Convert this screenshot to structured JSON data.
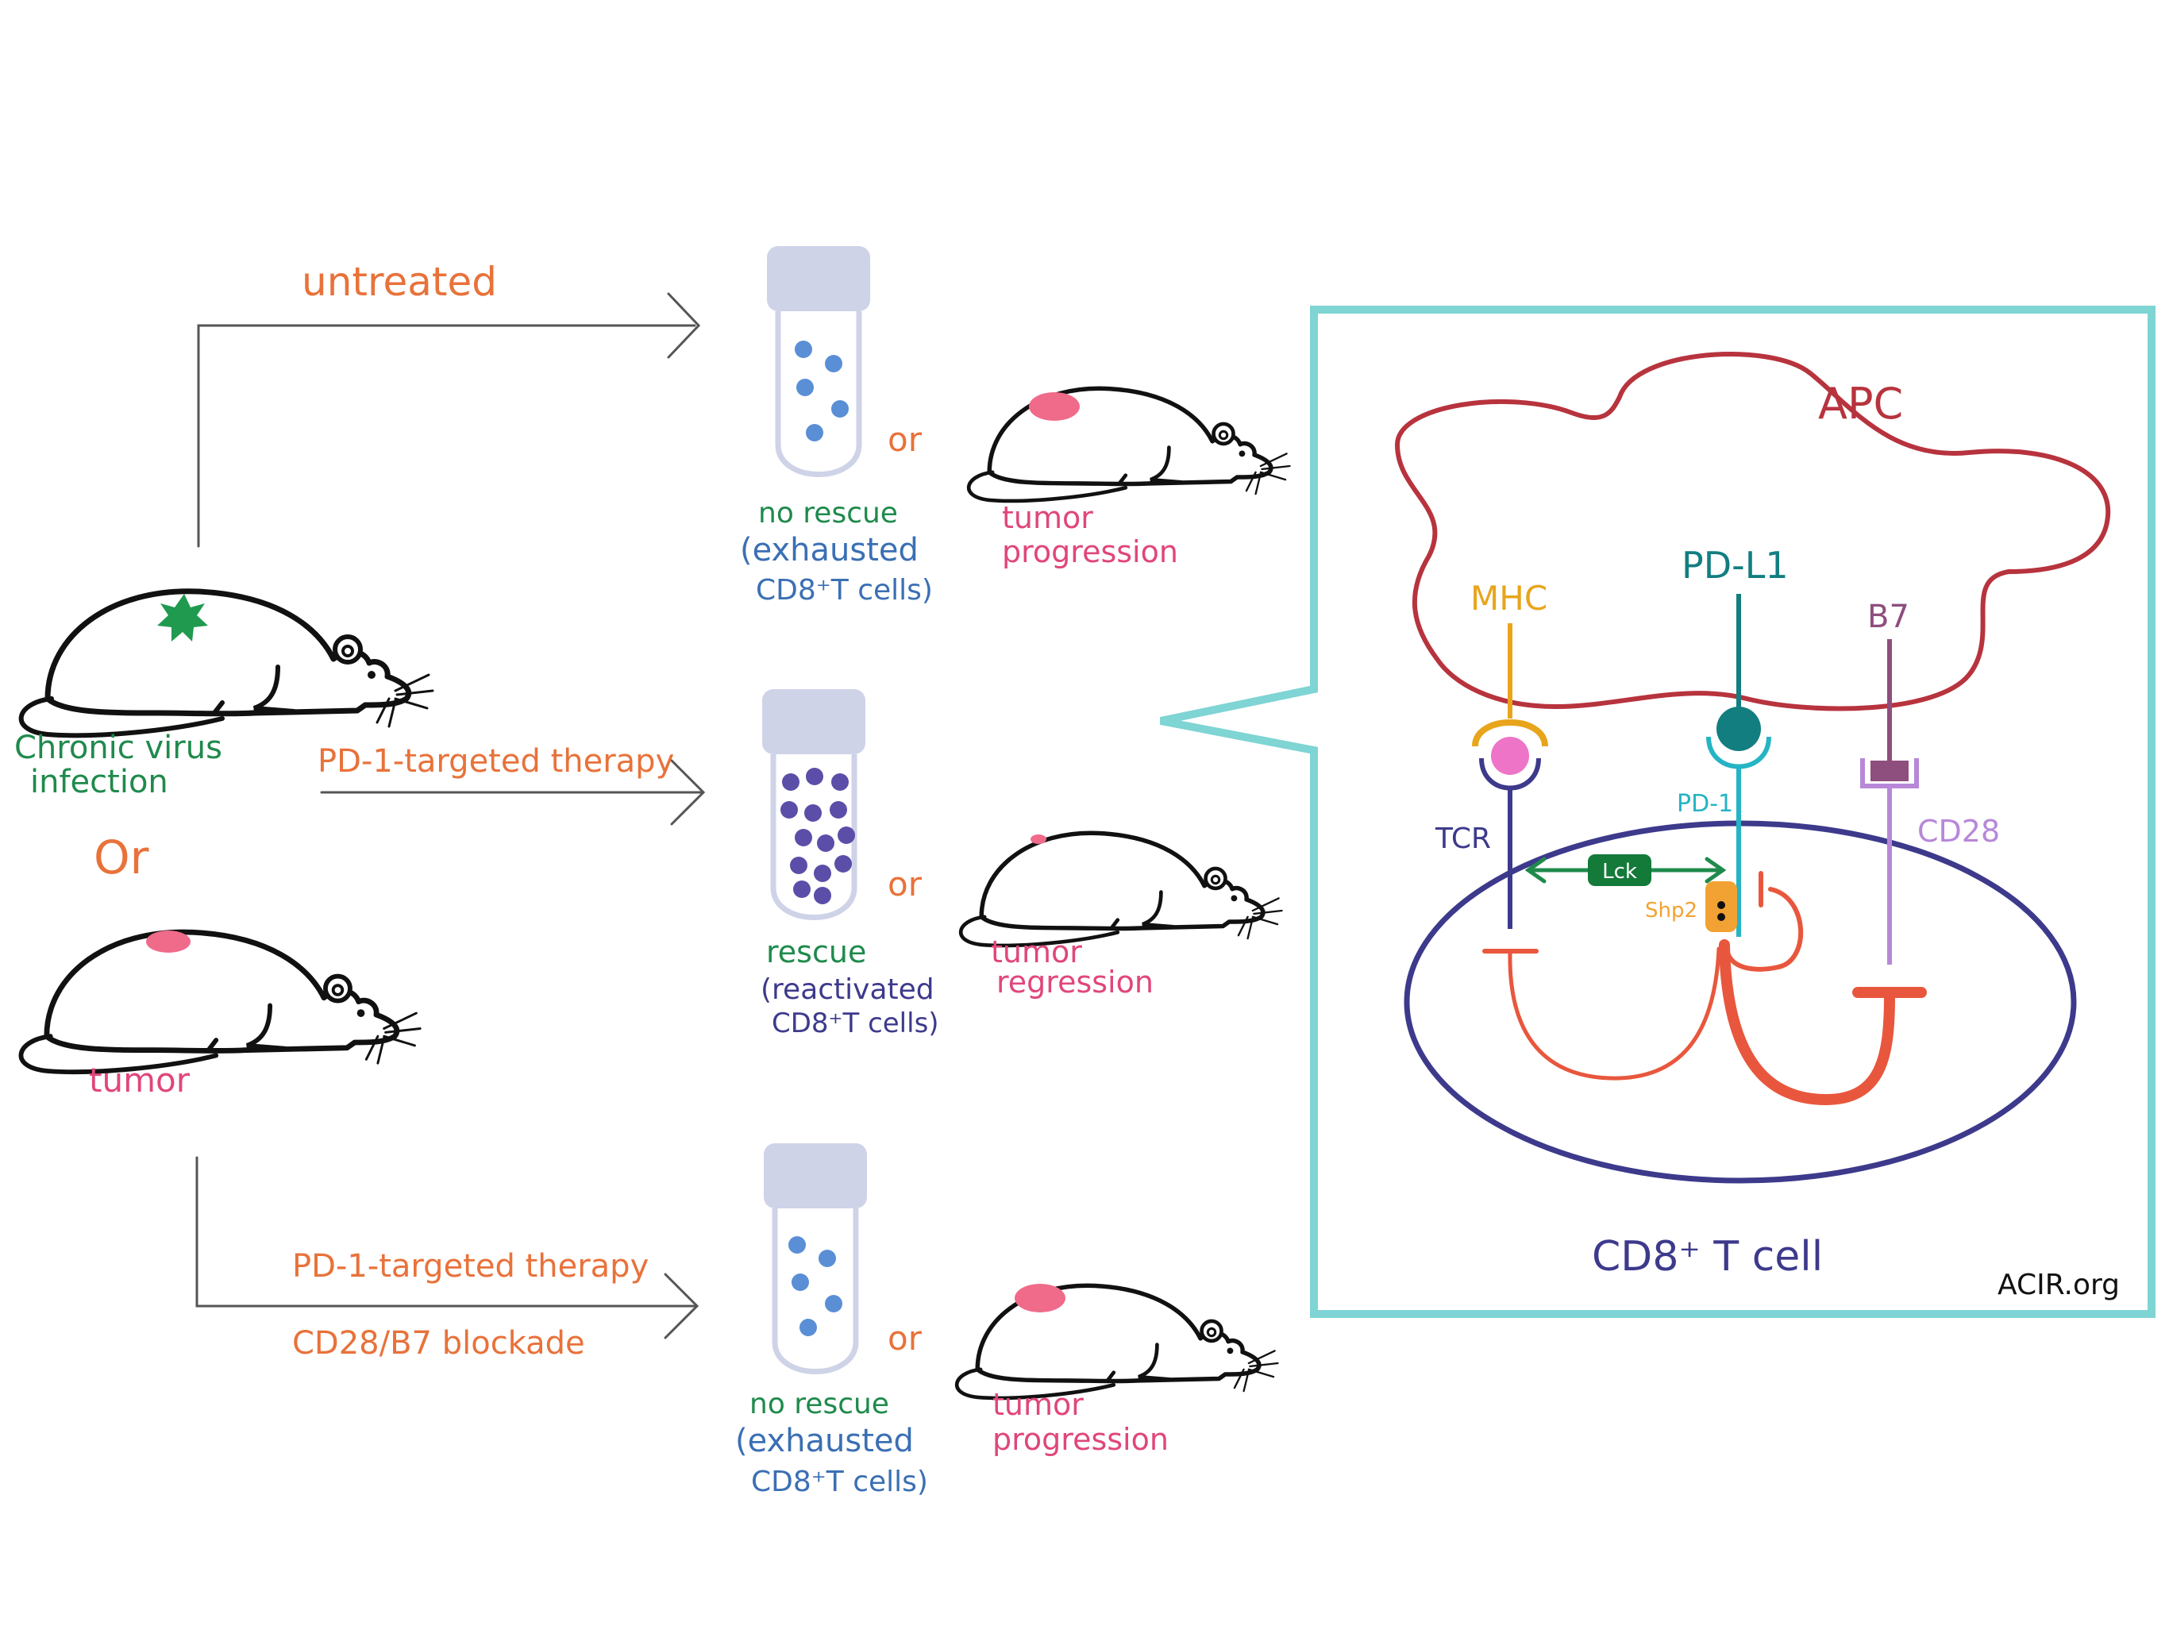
{
  "colors": {
    "orange": "#e8723a",
    "green": "#1f8a4c",
    "blue": "#3b6fb4",
    "pink": "#e0467c",
    "navy": "#3d3a8c",
    "arrow": "#555555",
    "box": "#7fd4d4",
    "apc": "#b7333d",
    "mhc": "#e8a51c",
    "pdl1": "#127e80",
    "pd1": "#25b4c4",
    "b7": "#8e4e7e",
    "cd28": "#b788d8",
    "lck": "#147a3a",
    "shp2": "#f2a233",
    "inhib": "#e8573d",
    "tumor": "#f06a8a",
    "virus": "#1f9a4f",
    "tube_cap": "#cfd3e8",
    "cell_light": "#5a8fd6",
    "cell_dark": "#5b4ea8"
  },
  "icons": [
    "mouse-icon",
    "test-tube-icon",
    "virus-icon",
    "tumor-icon",
    "arrow-icon"
  ],
  "left": {
    "infection_label_line1": "Chronic virus",
    "infection_label_line2": "infection",
    "or_big": "Or",
    "tumor_label": "tumor"
  },
  "branches": [
    {
      "treatment_line1": "untreated",
      "treatment_line2": "",
      "or": "or",
      "tube_label_line1": "no rescue",
      "tube_label_line2": "(exhausted",
      "tube_label_line3": "CD8⁺T cells)",
      "outcome_line1": "tumor",
      "outcome_line2": "progression"
    },
    {
      "treatment_line1": "PD-1-targeted therapy",
      "treatment_line2": "",
      "or": "or",
      "tube_label_line1": "rescue",
      "tube_label_line2": "(reactivated",
      "tube_label_line3": "CD8⁺T cells)",
      "outcome_line1": "tumor",
      "outcome_line2": "regression"
    },
    {
      "treatment_line1": "PD-1-targeted therapy",
      "treatment_line2": "CD28/B7 blockade",
      "or": "or",
      "tube_label_line1": "no rescue",
      "tube_label_line2": "(exhausted",
      "tube_label_line3": "CD8⁺T cells)",
      "outcome_line1": "tumor",
      "outcome_line2": "progression"
    }
  ],
  "inset": {
    "apc_label": "APC",
    "mhc_label": "MHC",
    "pdl1_label": "PD-L1",
    "b7_label": "B7",
    "tcr_label": "TCR",
    "pd1_label": "PD-1",
    "cd28_label": "CD28",
    "lck_label": "Lck",
    "shp2_label": "Shp2",
    "tcell_label": "CD8⁺ T cell"
  },
  "watermark": "ACIR.org"
}
